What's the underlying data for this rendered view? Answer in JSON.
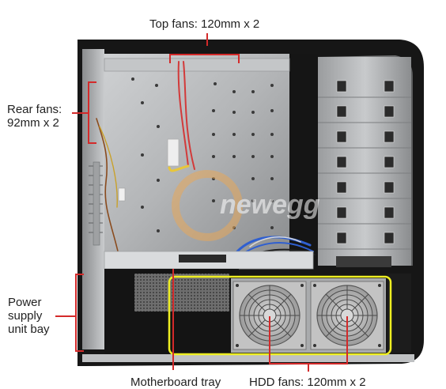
{
  "labels": {
    "top_fans": "Top fans: 120mm x 2",
    "rear_fans": "Rear fans:\n92mm x 2",
    "psu_bay": "Power\nsupply\nunit bay",
    "motherboard_tray": "Motherboard tray",
    "hdd_fans": "HDD fans: 120mm x 2"
  },
  "watermark": "newegg",
  "colors": {
    "callout_red": "#d42a2a",
    "highlight_yellow": "#eeee22",
    "case_black": "#161616",
    "tray_silver": "#b7b9bb"
  }
}
